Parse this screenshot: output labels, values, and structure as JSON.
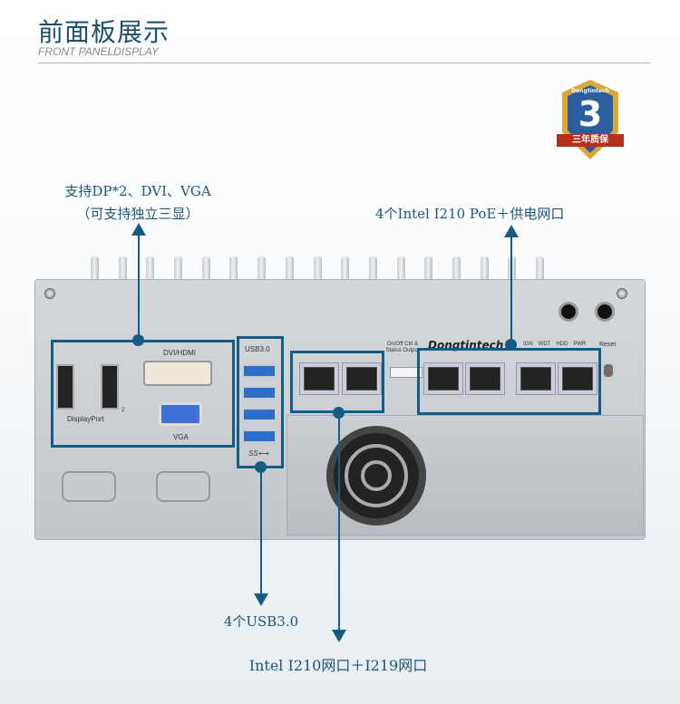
{
  "header": {
    "title": "前面板展示",
    "subtitle": "FRONT PANELDISPLAY"
  },
  "badge": {
    "brand": "Dongtintech",
    "number": "3",
    "ribbon": "三年质保"
  },
  "callouts": {
    "display": {
      "line1": "支持DP*2、DVI、VGA",
      "line2": "（可支持独立三显）"
    },
    "poe": "4个Intel I210 PoE＋供电网口",
    "usb": "4个USB3.0",
    "lan": "Intel I210网口＋I219网口"
  },
  "panel": {
    "dvi_label": "DVI/HDMI",
    "vga_label": "VGA",
    "dp_label": "DisplayPort",
    "dp_sup": "2",
    "usb_label": "USB3.0",
    "ss_label": "SS⟷",
    "ctrl_label": "On/Off Ctrl & Status Output",
    "brand": "Dongtintech",
    "leds": [
      "IGN",
      "WDT",
      "HDD",
      "PWR"
    ],
    "reset": "Reset"
  },
  "colors": {
    "accent": "#135d85",
    "title": "#1c4f6e"
  }
}
